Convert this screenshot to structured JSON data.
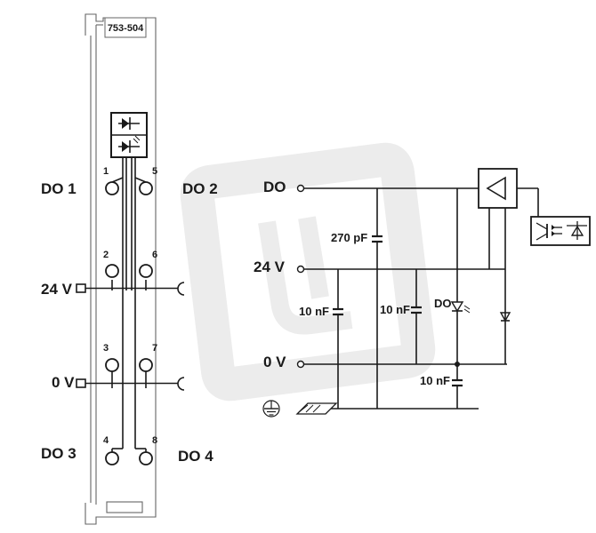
{
  "module": {
    "part_number": "753-504",
    "terminals": [
      {
        "num": "1",
        "signal": "DO 1"
      },
      {
        "num": "5",
        "signal": "DO 2"
      },
      {
        "num": "2",
        "signal": ""
      },
      {
        "num": "6",
        "signal": ""
      },
      {
        "num": "3",
        "signal": ""
      },
      {
        "num": "7",
        "signal": ""
      },
      {
        "num": "4",
        "signal": "DO 3"
      },
      {
        "num": "8",
        "signal": "DO 4"
      }
    ],
    "supply": {
      "plus": "24 V",
      "minus": "0 V"
    }
  },
  "schematic": {
    "out_label": "DO",
    "plus_label": "24 V",
    "minus_label": "0 V",
    "cap_270": "270 pF",
    "cap_10a": "10 nF",
    "cap_10b": "10 nF",
    "cap_10c": "10 nF",
    "led_label": "DO"
  },
  "watermark_color": "#e8e8e8"
}
